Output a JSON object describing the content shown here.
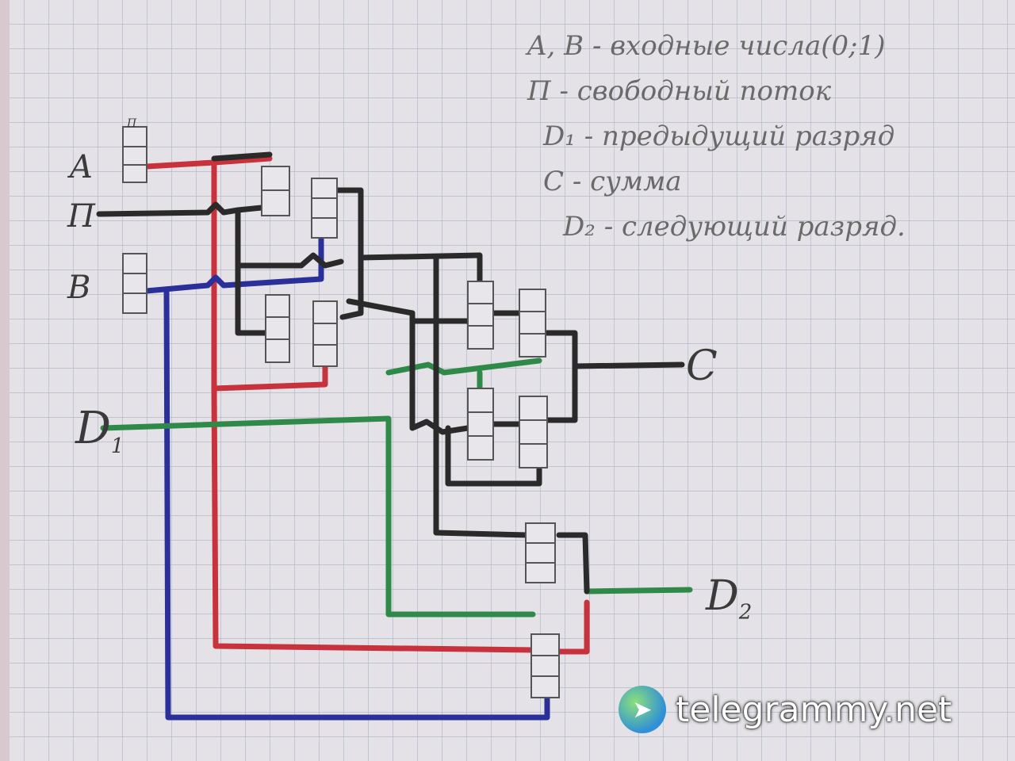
{
  "labels": {
    "a": "A",
    "p": "П",
    "b": "B",
    "d1": "D",
    "d1_sub": "1",
    "c": "C",
    "d2": "D",
    "d2_sub": "2",
    "valve_mark": "П"
  },
  "legend": [
    "A, B - входные числа(0;1)",
    "П - свободный поток",
    "D₁ - предыдущий разряд",
    "C - сумма",
    "D₂ - следующий разряд."
  ],
  "watermark": "telegrammy.net",
  "colors": {
    "paper": "#e4e2e6",
    "grid": "#a9b3c4",
    "black": "#2a2a2a",
    "red": "#c8323c",
    "blue": "#2b2f9a",
    "green": "#2f8a4a"
  }
}
